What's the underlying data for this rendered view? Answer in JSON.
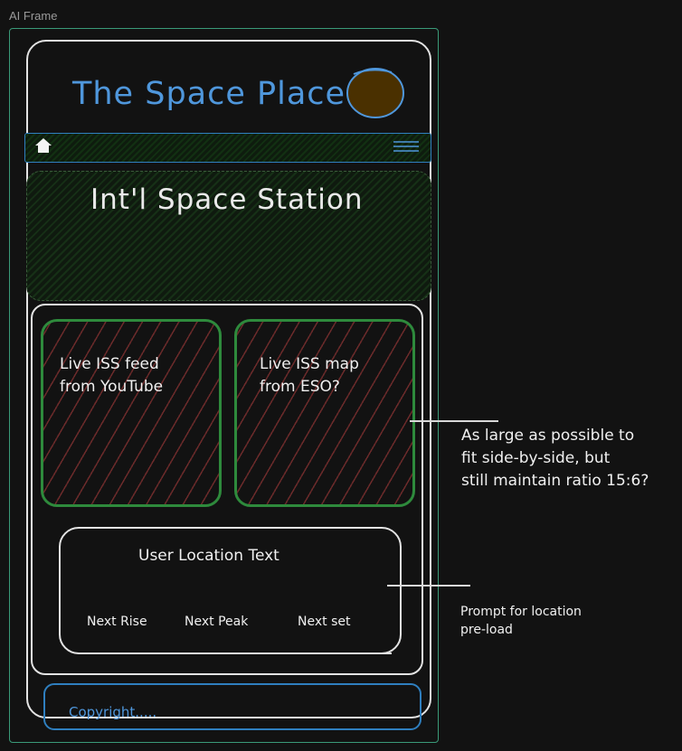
{
  "frame": {
    "label": "AI Frame"
  },
  "header": {
    "site_title": "The Space Place",
    "logo_icon": "planet-logo-icon",
    "logo_color": "#4a3000"
  },
  "nav": {
    "home_icon": "home-icon",
    "menu_icon": "hamburger-menu-icon"
  },
  "hero": {
    "title": "Int'l Space Station"
  },
  "feeds": {
    "left_text": "Live ISS feed\nfrom YouTube",
    "right_text": "Live ISS map\nfrom ESO?"
  },
  "location": {
    "title": "User Location Text",
    "next_rise": "Next Rise",
    "next_peak": "Next Peak",
    "next_set": "Next set"
  },
  "footer": {
    "copyright": "Copyright....."
  },
  "annotations": {
    "feed_note": "As large as possible to\nfit side-by-side, but\nstill maintain ratio 15:6?",
    "location_note": "Prompt for location\npre-load"
  },
  "colors": {
    "accent_blue": "#4f97dc",
    "feed_border_green": "#2e8a3c",
    "frame_teal": "#3a9a78"
  }
}
